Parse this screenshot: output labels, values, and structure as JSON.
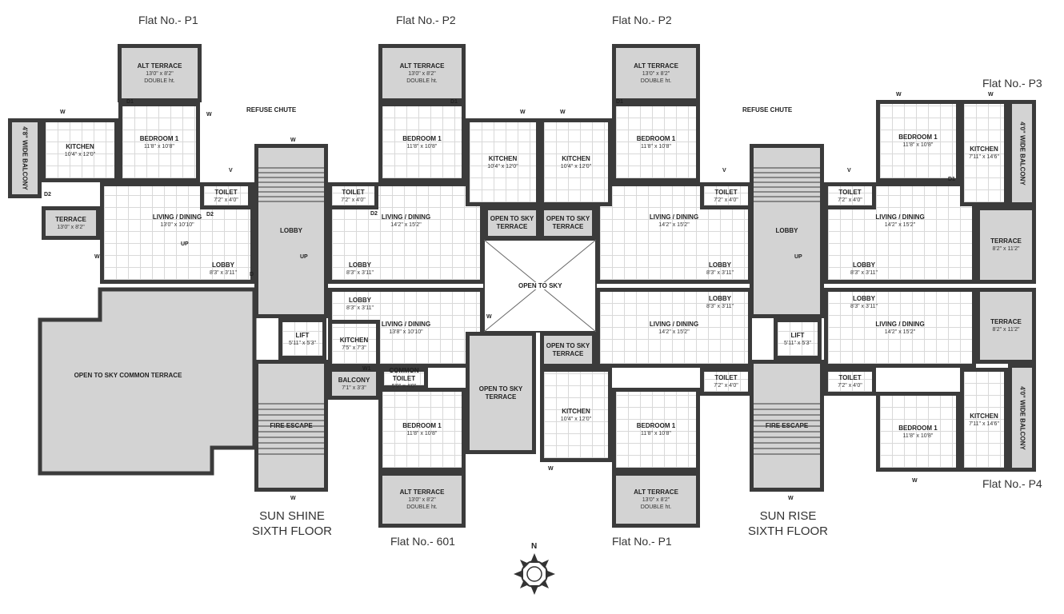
{
  "flat_labels": [
    "Flat No.- P1",
    "Flat No.- P2",
    "Flat No.- P2",
    "Flat No.- P3",
    "Flat No.- P4",
    "Flat No.- 601",
    "Flat No.- P1"
  ],
  "buildings": [
    {
      "name": "SUN SHINE",
      "floor": "SIXTH FLOOR"
    },
    {
      "name": "SUN RISE",
      "floor": "SIXTH FLOOR"
    }
  ],
  "notes": {
    "refuse_chute": "REFUSE CHUTE",
    "open_to_sky": "OPEN TO SKY",
    "compass_north": "N"
  },
  "markers": {
    "window": "W",
    "door1": "D1",
    "door2": "D2",
    "ventilator": "V",
    "up": "UP",
    "door": "D",
    "window1": "W1"
  },
  "rooms": [
    {
      "name": "ALT TERRACE",
      "size": "13'0\" x 8'2\"",
      "extra": "DOUBLE ht."
    },
    {
      "name": "4'8\" WIDE BALCONY",
      "size": "",
      "extra": ""
    },
    {
      "name": "KITCHEN",
      "size": "10'4\" x 12'0\"",
      "extra": ""
    },
    {
      "name": "BEDROOM 1",
      "size": "11'8\" x 10'8\"",
      "extra": ""
    },
    {
      "name": "TERRACE",
      "size": "13'0\" x 8'2\"",
      "extra": ""
    },
    {
      "name": "LIVING / DINING",
      "size": "13'0\" x 10'10\"",
      "extra": ""
    },
    {
      "name": "TOILET",
      "size": "7'2\" x 4'0\"",
      "extra": ""
    },
    {
      "name": "LOBBY",
      "size": "8'3\" x 3'11\"",
      "extra": ""
    },
    {
      "name": "OPEN TO SKY COMMON TERRACE",
      "size": "",
      "extra": ""
    },
    {
      "name": "LOBBY",
      "size": "",
      "extra": ""
    },
    {
      "name": "LIFT",
      "size": "5'11\" x 5'3\"",
      "extra": ""
    },
    {
      "name": "FIRE ESCAPE",
      "size": "",
      "extra": ""
    },
    {
      "name": "ALT TERRACE",
      "size": "13'0\" x 8'2\"",
      "extra": "DOUBLE ht."
    },
    {
      "name": "BEDROOM 1",
      "size": "11'8\" x 10'8\"",
      "extra": ""
    },
    {
      "name": "KITCHEN",
      "size": "10'4\" x 12'0\"",
      "extra": ""
    },
    {
      "name": "LIVING / DINING",
      "size": "14'2\" x 15'2\"",
      "extra": ""
    },
    {
      "name": "TOILET",
      "size": "7'2\" x 4'0\"",
      "extra": ""
    },
    {
      "name": "LOBBY",
      "size": "8'3\" x 3'11\"",
      "extra": ""
    },
    {
      "name": "OPEN TO SKY TERRACE",
      "size": "",
      "extra": ""
    },
    {
      "name": "ALT TERRACE",
      "size": "13'0\" x 8'2\"",
      "extra": "DOUBLE ht."
    },
    {
      "name": "BEDROOM 1",
      "size": "11'8\" x 10'8\"",
      "extra": ""
    },
    {
      "name": "KITCHEN",
      "size": "10'4\" x 12'0\"",
      "extra": ""
    },
    {
      "name": "LIVING / DINING",
      "size": "14'2\" x 15'2\"",
      "extra": ""
    },
    {
      "name": "TOILET",
      "size": "7'2\" x 4'0\"",
      "extra": ""
    },
    {
      "name": "LOBBY",
      "size": "8'3\" x 3'11\"",
      "extra": ""
    },
    {
      "name": "OPEN TO SKY TERRACE",
      "size": "",
      "extra": ""
    },
    {
      "name": "LOBBY",
      "size": "",
      "extra": ""
    },
    {
      "name": "LIFT",
      "size": "5'11\" x 5'3\"",
      "extra": ""
    },
    {
      "name": "FIRE ESCAPE",
      "size": "",
      "extra": ""
    },
    {
      "name": "BEDROOM 1",
      "size": "11'8\" x 10'8\"",
      "extra": ""
    },
    {
      "name": "KITCHEN",
      "size": "7'11\" x 14'6\"",
      "extra": ""
    },
    {
      "name": "4'0\" WIDE BALCONY",
      "size": "",
      "extra": ""
    },
    {
      "name": "LIVING / DINING",
      "size": "14'2\" x 15'2\"",
      "extra": ""
    },
    {
      "name": "TOILET",
      "size": "7'2\" x 4'0\"",
      "extra": ""
    },
    {
      "name": "LOBBY",
      "size": "8'3\" x 3'11\"",
      "extra": ""
    },
    {
      "name": "TERRACE",
      "size": "8'2\" x 11'2\"",
      "extra": ""
    },
    {
      "name": "LIVING / DINING",
      "size": "14'2\" x 15'2\"",
      "extra": ""
    },
    {
      "name": "LOBBY",
      "size": "8'3\" x 3'11\"",
      "extra": ""
    },
    {
      "name": "TERRACE",
      "size": "8'2\" x 11'2\"",
      "extra": ""
    },
    {
      "name": "TOILET",
      "size": "7'2\" x 4'0\"",
      "extra": ""
    },
    {
      "name": "BEDROOM 1",
      "size": "11'8\" x 10'8\"",
      "extra": ""
    },
    {
      "name": "KITCHEN",
      "size": "7'11\" x 14'6\"",
      "extra": ""
    },
    {
      "name": "4'0\" WIDE BALCONY",
      "size": "",
      "extra": ""
    },
    {
      "name": "LOBBY",
      "size": "8'3\" x 3'11\"",
      "extra": ""
    },
    {
      "name": "LIVING / DINING",
      "size": "13'8\" x 10'10\"",
      "extra": ""
    },
    {
      "name": "KITCHEN",
      "size": "7'5\" x 7'3\"",
      "extra": ""
    },
    {
      "name": "BALCONY",
      "size": "7'1\" x 3'3\"",
      "extra": ""
    },
    {
      "name": "COMMON TOILET",
      "size": "5'9\" x 4'0\"",
      "extra": ""
    },
    {
      "name": "BEDROOM 1",
      "size": "11'8\" x 10'8\"",
      "extra": ""
    },
    {
      "name": "ALT TERRACE",
      "size": "13'0\" x 8'2\"",
      "extra": "DOUBLE ht."
    },
    {
      "name": "OPEN TO SKY TERRACE",
      "size": "",
      "extra": ""
    },
    {
      "name": "OPEN TO SKY TERRACE",
      "size": "",
      "extra": ""
    },
    {
      "name": "LIVING / DINING",
      "size": "14'2\" x 15'2\"",
      "extra": ""
    },
    {
      "name": "LOBBY",
      "size": "8'3\" x 3'11\"",
      "extra": ""
    },
    {
      "name": "KITCHEN",
      "size": "10'4\" x 12'0\"",
      "extra": ""
    },
    {
      "name": "TOILET",
      "size": "7'2\" x 4'0\"",
      "extra": ""
    },
    {
      "name": "BEDROOM 1",
      "size": "11'8\" x 10'8\"",
      "extra": ""
    },
    {
      "name": "ALT TERRACE",
      "size": "13'0\" x 8'2\"",
      "extra": "DOUBLE ht."
    }
  ],
  "colors": {
    "wall": "#3b3b3b",
    "terrace": "#d3d3d3",
    "floor_tile": "#d9d9d9"
  }
}
